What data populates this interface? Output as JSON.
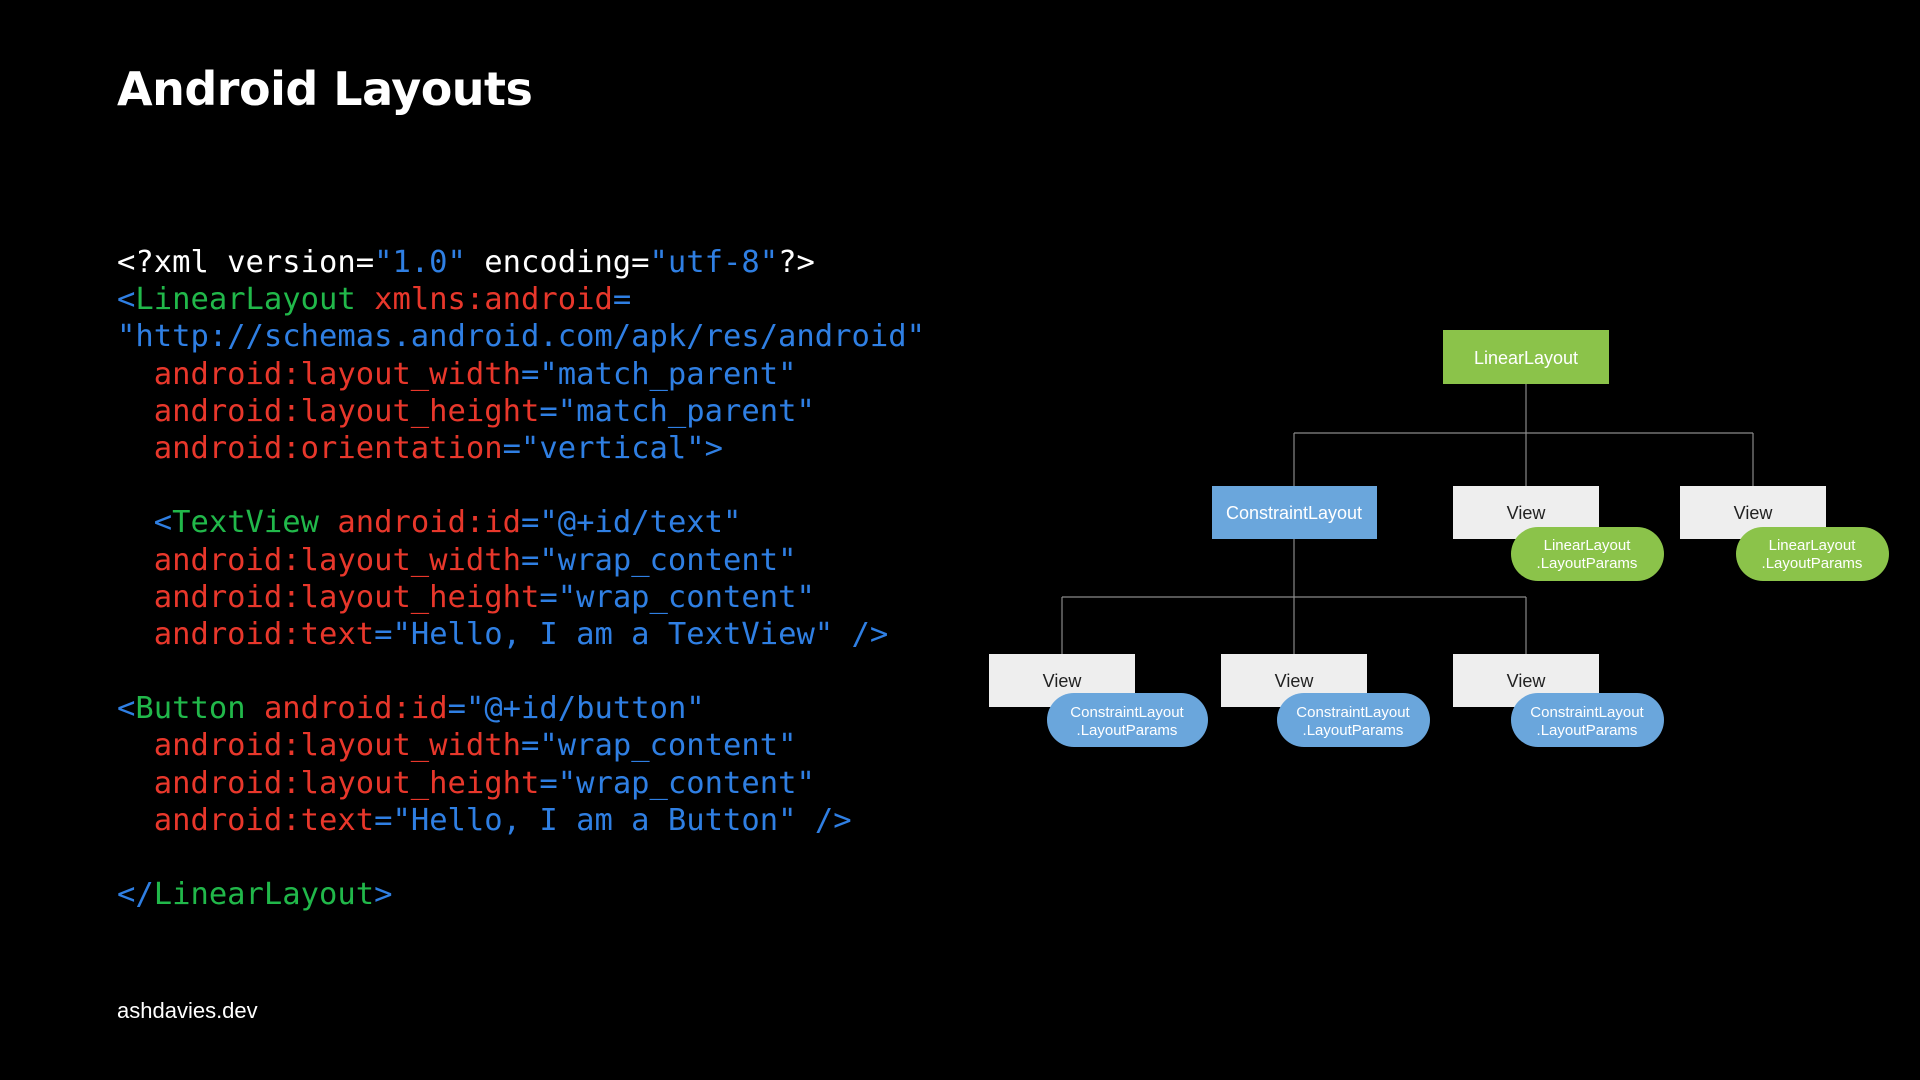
{
  "slide": {
    "title": "Android Layouts",
    "footer": "ashdavies.dev"
  },
  "colors": {
    "background": "#000000",
    "code_punctuation": "#2f7fe3",
    "code_tag": "#21b84a",
    "code_attribute": "#e8372b",
    "code_string": "#2f7fe3",
    "linear_layout_node": "#8bc34a",
    "constraint_layout_node": "#6aa6dc",
    "view_node": "#eeeeee",
    "connector": "#8a8a8a"
  },
  "code": {
    "lines": [
      [
        [
          "text",
          "<?xml version="
        ],
        [
          "str",
          "\"1.0\""
        ],
        [
          "text",
          " encoding="
        ],
        [
          "str",
          "\"utf-8\""
        ],
        [
          "text",
          "?>"
        ]
      ],
      [
        [
          "punct",
          "<"
        ],
        [
          "tag",
          "LinearLayout"
        ],
        [
          "text",
          " "
        ],
        [
          "attr",
          "xmlns:android"
        ],
        [
          "punct",
          "="
        ]
      ],
      [
        [
          "str",
          "\"http://schemas.android.com/apk/res/android\""
        ]
      ],
      [
        [
          "text",
          "  "
        ],
        [
          "attr",
          "android:layout_width"
        ],
        [
          "punct",
          "="
        ],
        [
          "str",
          "\"match_parent\""
        ]
      ],
      [
        [
          "text",
          "  "
        ],
        [
          "attr",
          "android:layout_height"
        ],
        [
          "punct",
          "="
        ],
        [
          "str",
          "\"match_parent\""
        ]
      ],
      [
        [
          "text",
          "  "
        ],
        [
          "attr",
          "android:orientation"
        ],
        [
          "punct",
          "="
        ],
        [
          "str",
          "\"vertical\""
        ],
        [
          "punct",
          ">"
        ]
      ],
      [],
      [
        [
          "text",
          "  "
        ],
        [
          "punct",
          "<"
        ],
        [
          "tag",
          "TextView"
        ],
        [
          "text",
          " "
        ],
        [
          "attr",
          "android:id"
        ],
        [
          "punct",
          "="
        ],
        [
          "str",
          "\"@+id/text\""
        ]
      ],
      [
        [
          "text",
          "  "
        ],
        [
          "attr",
          "android:layout_width"
        ],
        [
          "punct",
          "="
        ],
        [
          "str",
          "\"wrap_content\""
        ]
      ],
      [
        [
          "text",
          "  "
        ],
        [
          "attr",
          "android:layout_height"
        ],
        [
          "punct",
          "="
        ],
        [
          "str",
          "\"wrap_content\""
        ]
      ],
      [
        [
          "text",
          "  "
        ],
        [
          "attr",
          "android:text"
        ],
        [
          "punct",
          "="
        ],
        [
          "str",
          "\"Hello, I am a TextView\""
        ],
        [
          "text",
          " "
        ],
        [
          "punct",
          "/>"
        ]
      ],
      [],
      [
        [
          "punct",
          "<"
        ],
        [
          "tag",
          "Button"
        ],
        [
          "text",
          " "
        ],
        [
          "attr",
          "android:id"
        ],
        [
          "punct",
          "="
        ],
        [
          "str",
          "\"@+id/button\""
        ]
      ],
      [
        [
          "text",
          "  "
        ],
        [
          "attr",
          "android:layout_width"
        ],
        [
          "punct",
          "="
        ],
        [
          "str",
          "\"wrap_content\""
        ]
      ],
      [
        [
          "text",
          "  "
        ],
        [
          "attr",
          "android:layout_height"
        ],
        [
          "punct",
          "="
        ],
        [
          "str",
          "\"wrap_content\""
        ]
      ],
      [
        [
          "text",
          "  "
        ],
        [
          "attr",
          "android:text"
        ],
        [
          "punct",
          "="
        ],
        [
          "str",
          "\"Hello, I am a Button\""
        ],
        [
          "text",
          " "
        ],
        [
          "punct",
          "/>"
        ]
      ],
      [],
      [
        [
          "punct",
          "</"
        ],
        [
          "tag",
          "LinearLayout"
        ],
        [
          "punct",
          ">"
        ]
      ]
    ]
  },
  "diagram": {
    "root": {
      "label": "LinearLayout",
      "children": [
        {
          "label": "ConstraintLayout",
          "children": [
            {
              "label": "View",
              "params": [
                "ConstraintLayout",
                ".LayoutParams"
              ]
            },
            {
              "label": "View",
              "params": [
                "ConstraintLayout",
                ".LayoutParams"
              ]
            },
            {
              "label": "View",
              "params": [
                "ConstraintLayout",
                ".LayoutParams"
              ]
            }
          ]
        },
        {
          "label": "View",
          "params": [
            "LinearLayout",
            ".LayoutParams"
          ]
        },
        {
          "label": "View",
          "params": [
            "LinearLayout",
            ".LayoutParams"
          ]
        }
      ]
    }
  }
}
